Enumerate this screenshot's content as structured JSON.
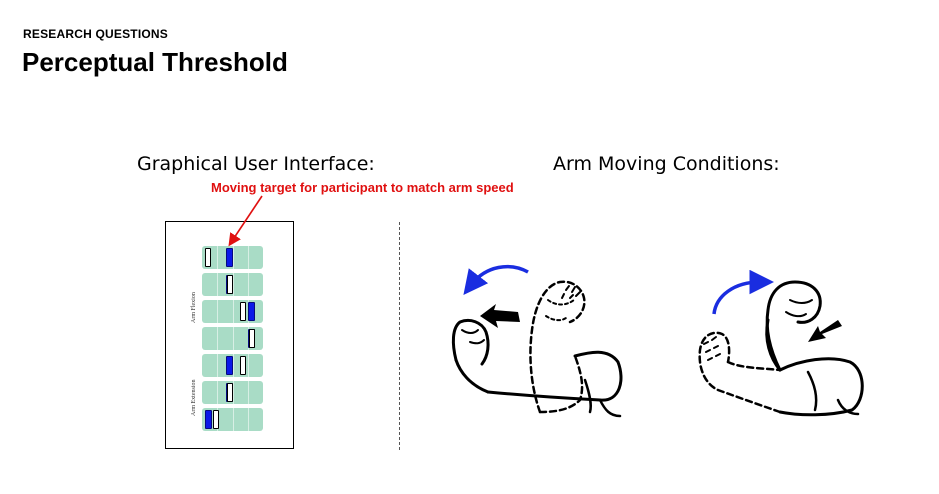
{
  "header": {
    "kicker": "RESEARCH QUESTIONS",
    "title": "Perceptual Threshold"
  },
  "gui": {
    "heading": "Graphical User Interface:",
    "annotation": "Moving target for participant to match arm speed",
    "annotation_color": "#e01010",
    "axis_label_flexion": "Arm Flexion",
    "axis_label_extension": "Arm Extension",
    "row_color": "#a9dcc6",
    "target_color": "#0a18e8",
    "rows": [
      {
        "hollow": 0.05,
        "target": 0.45
      },
      {
        "hollow": 0.45,
        "target": 0.45
      },
      {
        "hollow": 0.7,
        "target": 0.85
      },
      {
        "hollow": 0.85,
        "target": 0.85
      },
      {
        "hollow": 0.7,
        "target": 0.45
      },
      {
        "hollow": 0.45,
        "target": 0.45
      },
      {
        "hollow": 0.2,
        "target": 0.05
      }
    ]
  },
  "arm": {
    "heading": "Arm Moving Conditions:",
    "conditions": [
      "flexion",
      "extension"
    ],
    "arrow_color": "#1a2de0"
  }
}
